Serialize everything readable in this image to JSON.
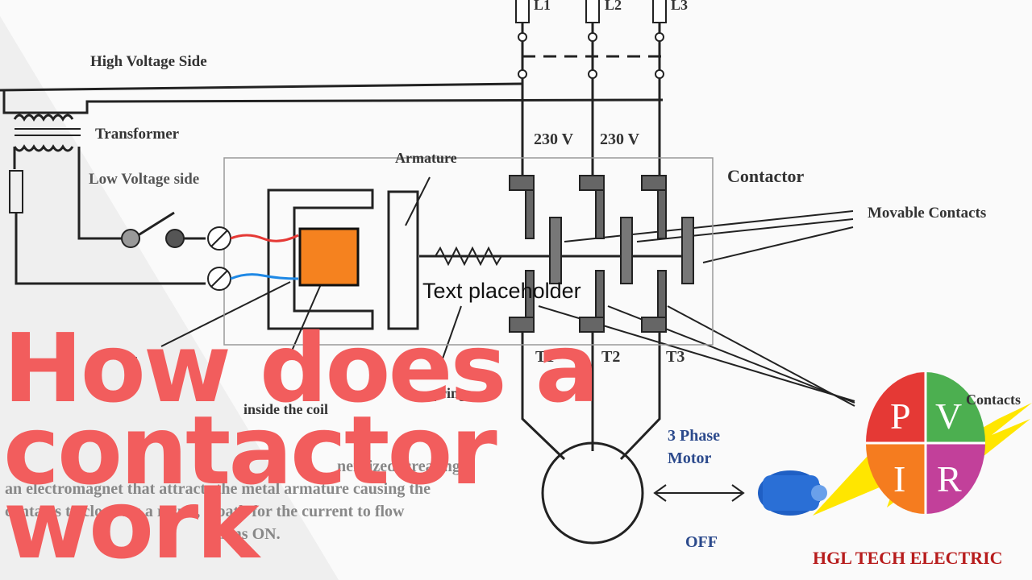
{
  "title": {
    "line1": "How does a",
    "line2": "contactor",
    "line3": "work"
  },
  "placeholder": "Text placeholder",
  "labels": {
    "high_voltage_side": "High Voltage Side",
    "transformer": "Transformer",
    "low_voltage_side": "Low Voltage side",
    "armature": "Armature",
    "contactor": "Contactor",
    "movable_contacts": "Movable Contacts",
    "v1": "230 V",
    "v2": "230 V",
    "L1": "L1",
    "L2": "L2",
    "L3": "L3",
    "T1": "T1",
    "T2": "T2",
    "T3": "T3",
    "coil_partial": "ll",
    "inside_coil": "inside the coil",
    "spring_partial": "pring",
    "contacts_partial": "Contacts",
    "three_phase_1": "3 Phase",
    "three_phase_2": "Motor",
    "off": "OFF"
  },
  "caption": {
    "line1": "nergized, creating",
    "line2": "an electromagnet that attracts the metal armature causing the",
    "line3": "contacts to close. As a result, a path for the current to flow",
    "line4": "turns ON."
  },
  "logo": {
    "letters": [
      "P",
      "V",
      "I",
      "R"
    ],
    "quadrant_colors": [
      "#e53935",
      "#4caf50",
      "#f57c1f",
      "#c2409a"
    ],
    "brand": "HGL TECH ELECTRIC"
  },
  "colors": {
    "title": "#f25d5d",
    "coil": "#f5821f",
    "lightning": "#ffe600",
    "brand": "#b71c1c",
    "motor_label": "#2c4a8c"
  }
}
